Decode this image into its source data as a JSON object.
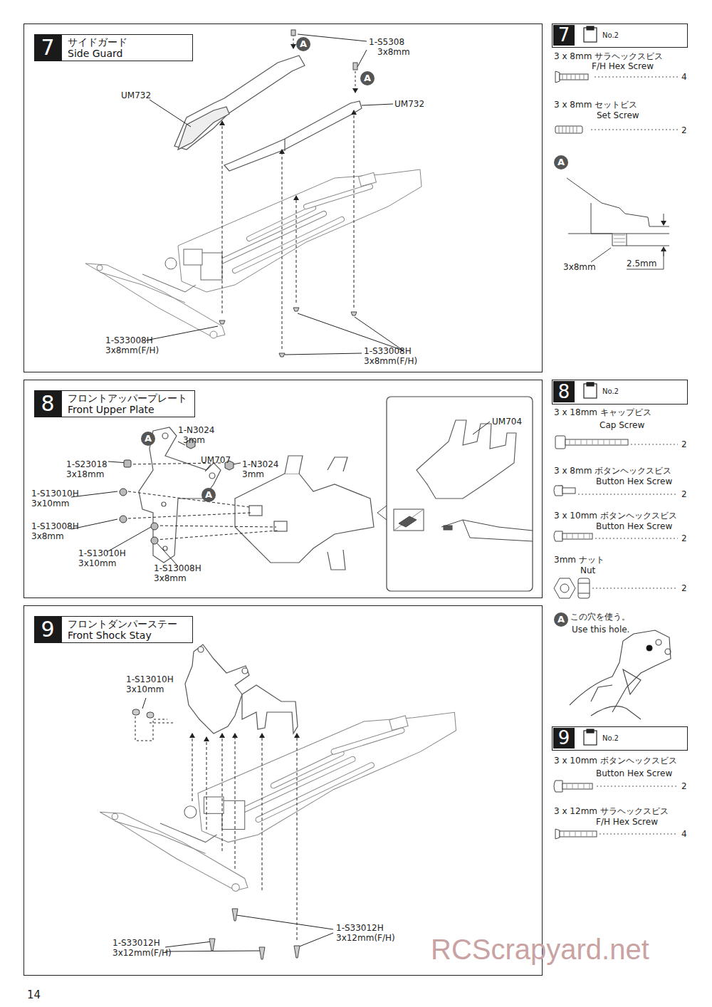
{
  "diagram": {
    "nodes": [
      {
        "text": [
          "7",
          "サイドガード",
          "Side Guard"
        ]
      },
      {
        "text": [
          "7",
          "No.2"
        ]
      },
      {
        "text": [
          "8",
          "フロントアッパープレート",
          "Front Upper Plate"
        ]
      },
      {
        "text": [
          "8",
          "No.2"
        ]
      },
      {
        "text": [
          "9",
          "フロントダンパーステー",
          "Front Shock Stay"
        ]
      },
      {
        "text": [
          "9",
          "No.2"
        ]
      },
      {
        "text": [
          "UM704"
        ],
        "in": 2
      }
    ],
    "labels": [
      "A",
      "1-S5308",
      "3x8mm",
      "A",
      "UM732",
      "UM732",
      "1-S33008H",
      "3x8mm(F/H)",
      "1-S33008H",
      "3x8mm(F/H)",
      "3 x 8mm サラヘックスビス",
      "F/H Hex Screw",
      "4",
      "3 x 8mm セットビス",
      "Set Screw",
      "2",
      "A",
      "3x8mm",
      "2.5mm",
      "A",
      "1-N3024",
      "3mm",
      "1-S23018",
      "3x18mm",
      "UM707",
      "1-N3024",
      "3mm",
      "A",
      "1-S13010H",
      "3x10mm",
      "1-S13008H",
      "3x8mm",
      "1-S13010H",
      "3x10mm",
      "1-S13008H",
      "3x8mm",
      "3 x 18mm キャップビス",
      "Cap Screw",
      "2",
      "3 x 8mm ボタンヘックスビス",
      "Button Hex Screw",
      "2",
      "3 x 10mm ボタンヘックスビス",
      "Button Hex Screw",
      "2",
      "3mm ナット",
      "Nut",
      "2",
      "A",
      "この穴を使う。",
      "Use this hole.",
      "1-S13010H",
      "3x10mm",
      "1-S33012H",
      "3x12mm(F/H)",
      "1-S33012H",
      "3x12mm(F/H)",
      "3 x 10mm ボタンヘックスビス",
      "Button Hex Screw",
      "2",
      "3 x 12mm サラヘックスビス",
      "F/H Hex Screw",
      "4",
      "14",
      "RCScrapyard.net"
    ]
  }
}
